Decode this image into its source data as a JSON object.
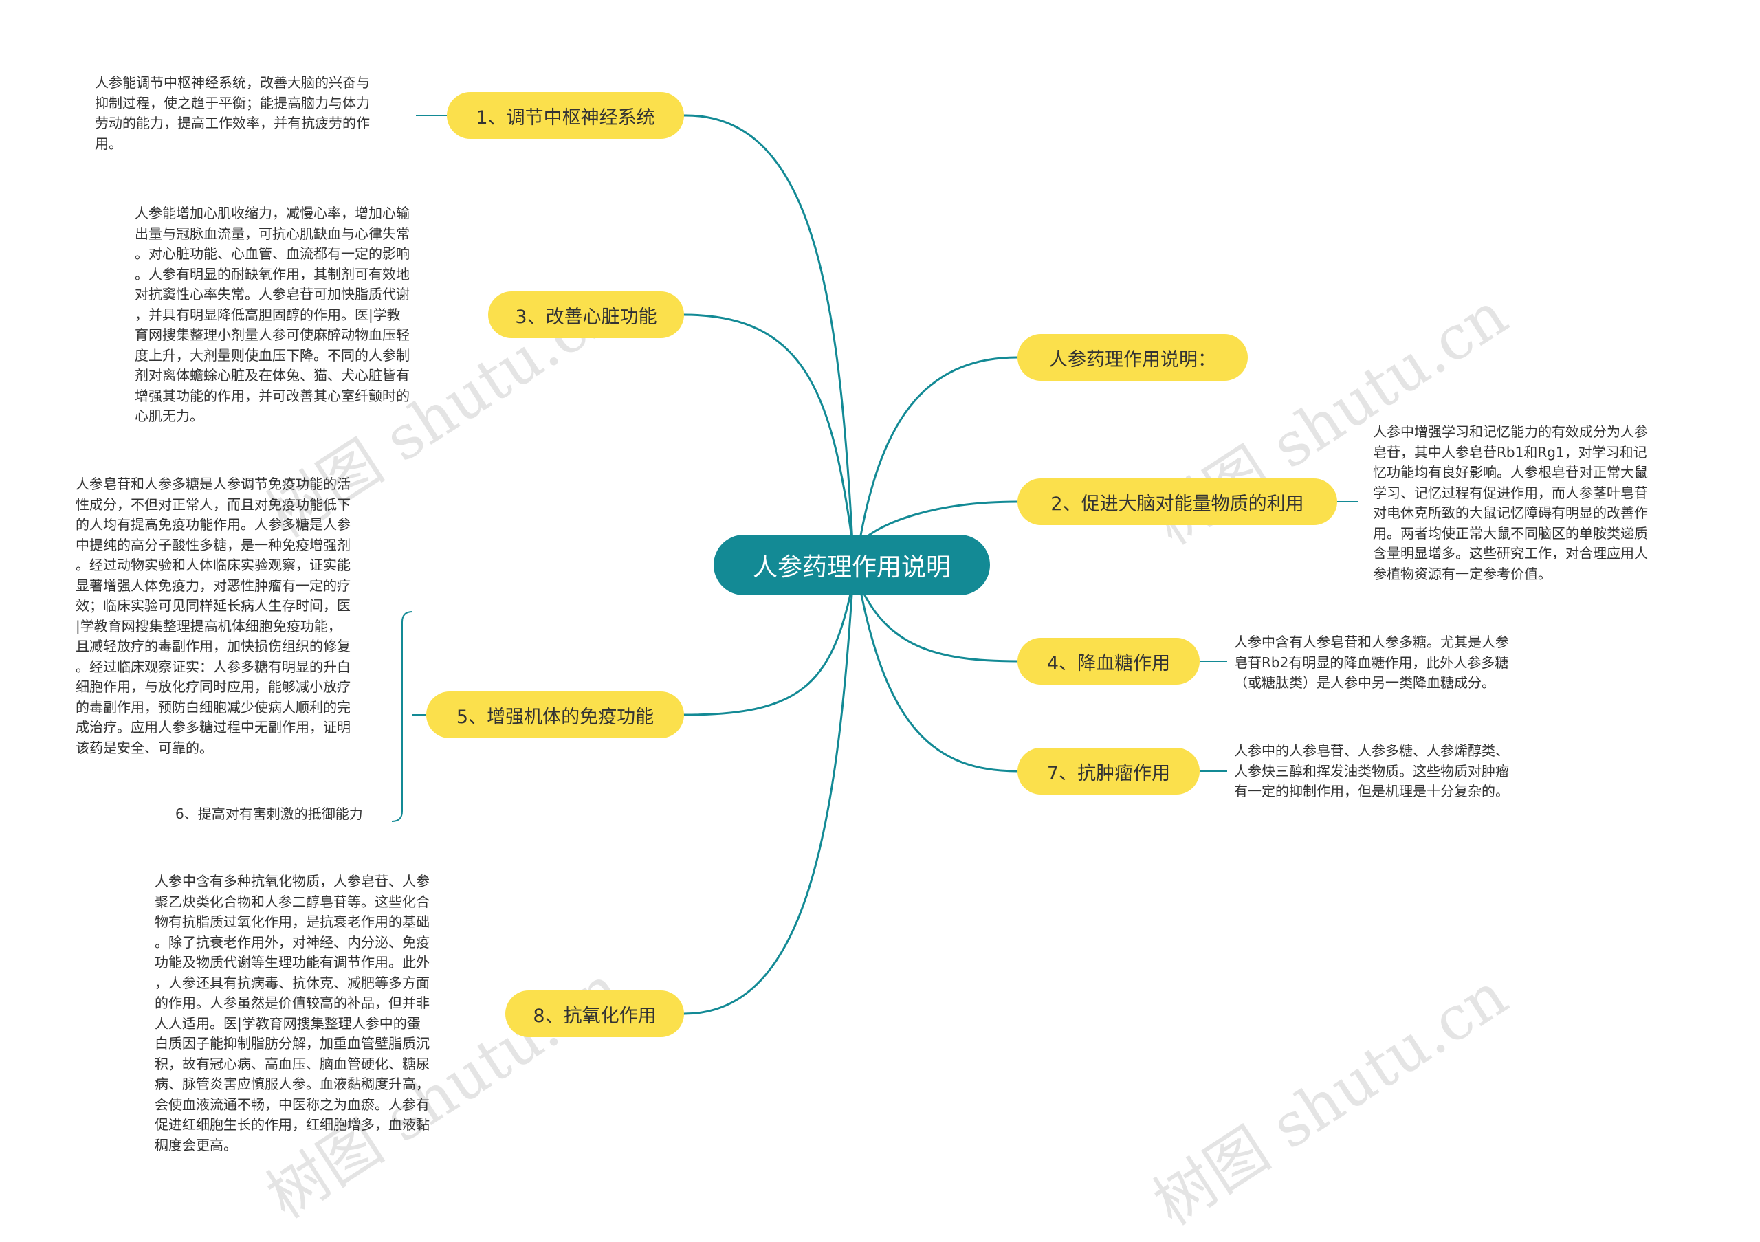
{
  "root": {
    "label": "人参药理作用说明"
  },
  "branches": {
    "b1": "1、调节中枢神经系统",
    "b3": "3、改善心脏功能",
    "b5": "5、增强机体的免疫功能",
    "b8": "8、抗氧化作用",
    "intro": "人参药理作用说明：",
    "b2": "2、促进大脑对能量物质的利用",
    "b4": "4、降血糖作用",
    "b7": "7、抗肿瘤作用"
  },
  "notes": {
    "n1": "人参能调节中枢神经系统，改善大脑的兴奋与\n抑制过程，使之趋于平衡；能提高脑力与体力\n劳动的能力，提高工作效率，并有抗疲劳的作\n用。",
    "n3": "人参能增加心肌收缩力，减慢心率，增加心输\n出量与冠脉血流量，可抗心肌缺血与心律失常\n。对心脏功能、心血管、血流都有一定的影响\n。人参有明显的耐缺氧作用，其制剂可有效地\n对抗窦性心率失常。人参皂苷可加快脂质代谢\n，并具有明显降低高胆固醇的作用。医|学教\n育网搜集整理小剂量人参可使麻醉动物血压轻\n度上升，大剂量则使血压下降。不同的人参制\n剂对离体蟾蜍心脏及在体兔、猫、犬心脏皆有\n增强其功能的作用，并可改善其心室纤颤时的\n心肌无力。",
    "n5": "人参皂苷和人参多糖是人参调节免疫功能的活\n性成分，不但对正常人，而且对免疫功能低下\n的人均有提高免疫功能作用。人参多糖是人参\n中提纯的高分子酸性多糖，是一种免疫增强剂\n。经过动物实验和人体临床实验观察，证实能\n显著增强人体免疫力，对恶性肿瘤有一定的疗\n效；临床实验可见同样延长病人生存时间，医\n|学教育网搜集整理提高机体细胞免疫功能，\n且减轻放疗的毒副作用，加快损伤组织的修复\n。经过临床观察证实：人参多糖有明显的升白\n细胞作用，与放化疗同时应用，能够减小放疗\n的毒副作用，预防白细胞减少使病人顺利的完\n成治疗。应用人参多糖过程中无副作用，证明\n该药是安全、可靠的。",
    "n6": "6、提高对有害刺激的抵御能力",
    "n8": "人参中含有多种抗氧化物质，人参皂苷、人参\n聚乙炔类化合物和人参二醇皂苷等。这些化合\n物有抗脂质过氧化作用，是抗衰老作用的基础\n。除了抗衰老作用外，对神经、内分泌、免疫\n功能及物质代谢等生理功能有调节作用。此外\n，人参还具有抗病毒、抗休克、减肥等多方面\n的作用。人参虽然是价值较高的补品，但并非\n人人适用。医|学教育网搜集整理人参中的蛋\n白质因子能抑制脂肪分解，加重血管壁脂质沉\n积，故有冠心病、高血压、脑血管硬化、糖尿\n病、脉管炎害应慎服人参。血液黏稠度升高，\n会使血液流通不畅，中医称之为血瘀。人参有\n促进红细胞生长的作用，红细胞增多，血液黏\n稠度会更高。",
    "n2": "人参中增强学习和记忆能力的有效成分为人参\n皂苷，其中人参皂苷Rb1和Rg1，对学习和记\n忆功能均有良好影响。人参根皂苷对正常大鼠\n学习、记忆过程有促进作用，而人参茎叶皂苷\n对电休克所致的大鼠记忆障碍有明显的改善作\n用。两者均使正常大鼠不同脑区的单胺类递质\n含量明显增多。这些研究工作，对合理应用人\n参植物资源有一定参考价值。",
    "n4": "人参中含有人参皂苷和人参多糖。尤其是人参\n皂苷Rb2有明显的降血糖作用，此外人参多糖\n（或糖肽类）是人参中另一类降血糖成分。",
    "n7": "人参中的人参皂苷、人参多糖、人参烯醇类、\n人参炔三醇和挥发油类物质。这些物质对肿瘤\n有一定的抑制作用，但是机理是十分复杂的。"
  },
  "watermark": "树图 shutu.cn",
  "colors": {
    "root": "#138a95",
    "branch": "#fbe04c",
    "line": "#138a95",
    "text": "#333333"
  }
}
